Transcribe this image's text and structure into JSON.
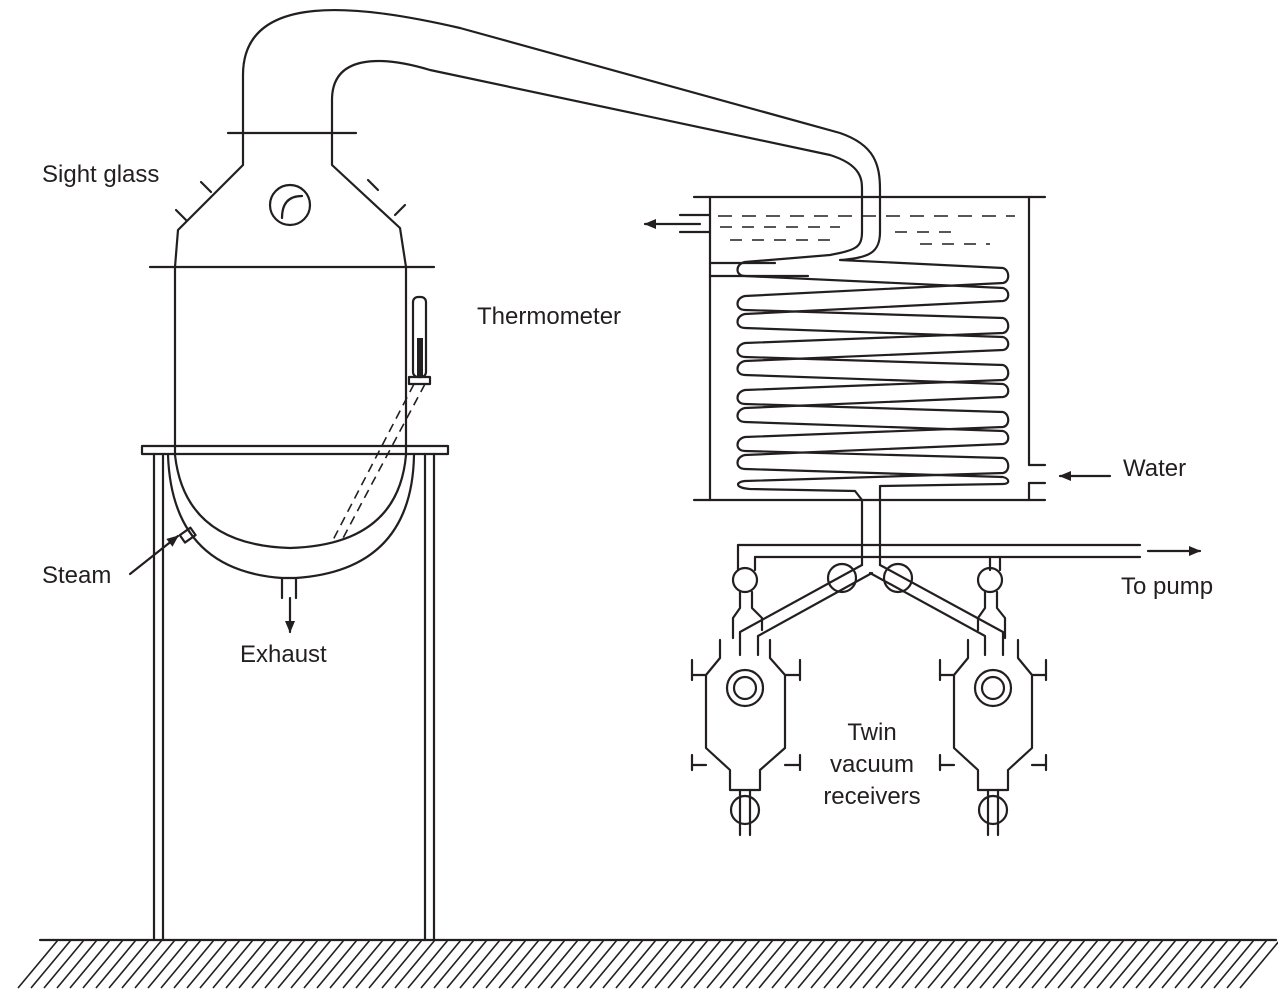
{
  "labels": {
    "sight_glass": "Sight glass",
    "thermometer": "Thermometer",
    "steam": "Steam",
    "exhaust": "Exhaust",
    "water": "Water",
    "to_pump": "To pump",
    "receivers_line1": "Twin",
    "receivers_line2": "vacuum",
    "receivers_line3": "receivers"
  },
  "colors": {
    "ink": "#231f20",
    "background": "#ffffff"
  }
}
